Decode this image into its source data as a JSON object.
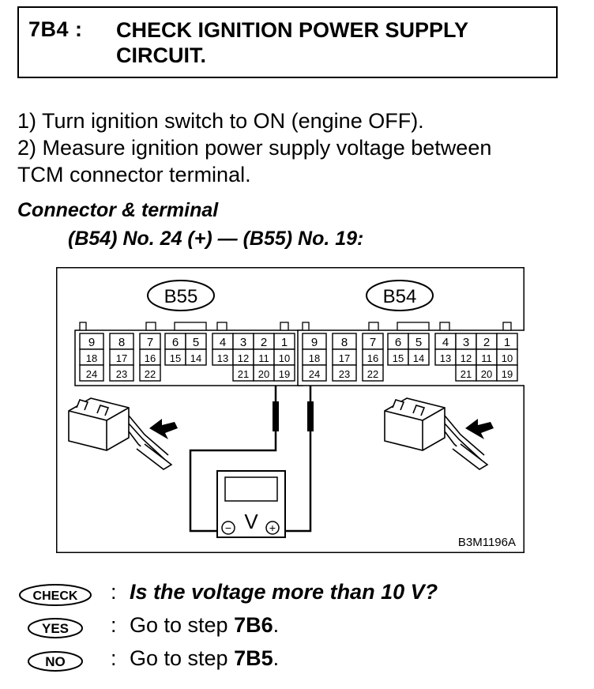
{
  "header": {
    "step_code": "7B4 :",
    "title_line1": "CHECK IGNITION POWER SUPPLY",
    "title_line2": "CIRCUIT."
  },
  "instructions": [
    "1)  Turn ignition switch to ON (engine OFF).",
    "2)  Measure ignition power supply voltage between",
    "TCM connector terminal."
  ],
  "connector_heading": "Connector & terminal",
  "terminal_spec": "(B54) No. 24 (+) — (B55) No. 19:",
  "figure": {
    "left_connector": "B55",
    "right_connector": "B54",
    "pin_rows": {
      "row1": [
        "9",
        "8",
        "7",
        "6",
        "5",
        "4",
        "3",
        "2",
        "1"
      ],
      "row2": [
        "18",
        "17",
        "16",
        "15",
        "14",
        "13",
        "12",
        "11",
        "10"
      ],
      "row3": [
        "24",
        "23",
        "22",
        "21",
        "20",
        "19"
      ]
    },
    "meter_symbol": "V",
    "meter_minus": "−",
    "meter_plus": "+",
    "figure_code": "B3M1196A"
  },
  "checks": {
    "check": {
      "badge": "CHECK",
      "colon": ":",
      "text": "Is the voltage more than 10 V?"
    },
    "yes": {
      "badge": "YES",
      "colon": ":",
      "text_prefix": "Go to step ",
      "step": "7B6",
      "text_suffix": "."
    },
    "no": {
      "badge": "NO",
      "colon": ":",
      "text_prefix": "Go to step ",
      "step": "7B5",
      "text_suffix": "."
    }
  }
}
